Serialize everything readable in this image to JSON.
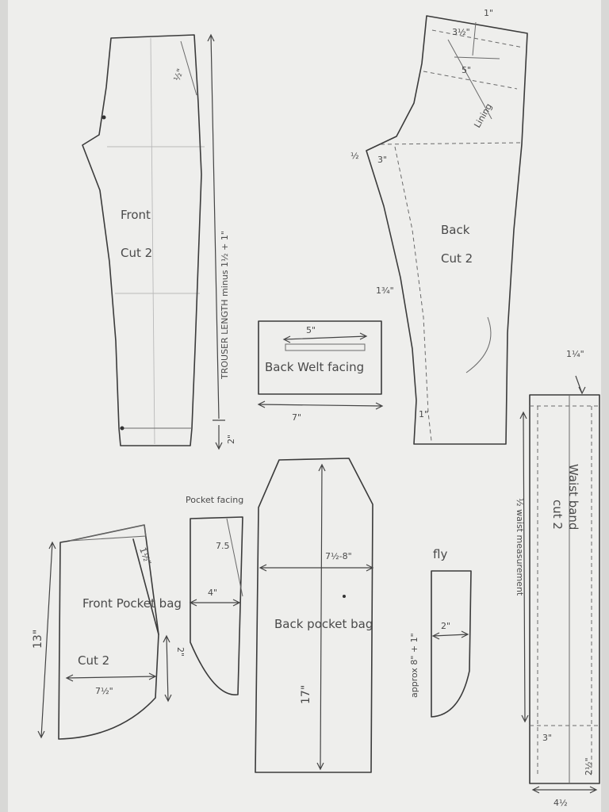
{
  "pieces": {
    "front": {
      "name": "Front",
      "cut": "Cut 2",
      "length_label": "TROUSER LENGTH minus 1½ + 1\"",
      "hem": "2\"",
      "waist_curve": "½\""
    },
    "back": {
      "name": "Back",
      "cut": "Cut 2",
      "dart_depth": "3½\"",
      "dart_top": "1\"",
      "dart_width": "5\"",
      "lining": "Lining",
      "crotch_a": "½",
      "crotch_b": "3\"",
      "side_in": "1¾\"",
      "hem_in": "1\""
    },
    "welt": {
      "name": "Back Welt facing",
      "top": "5\"",
      "width": "7\""
    },
    "waistband": {
      "name": "Waist band",
      "cut": "cut 2",
      "length": "½ waist measurement",
      "width": "4½",
      "overlap": "1¼\"",
      "ext": "3\"",
      "tip": "2½\""
    },
    "front_pocket": {
      "name": "Front Pocket bag",
      "cut": "Cut 2",
      "height": "13\"",
      "width": "7½\"",
      "slant": "1½\"",
      "side": "2\""
    },
    "pocket_facing": {
      "name": "Pocket facing",
      "slant": "7.5",
      "width": "4\""
    },
    "back_pocket": {
      "name": "Back pocket bag",
      "width": "7½-8\"",
      "length": "17\""
    },
    "fly": {
      "name": "fly",
      "width": "2\"",
      "length": "approx 8\" + 1\""
    }
  }
}
